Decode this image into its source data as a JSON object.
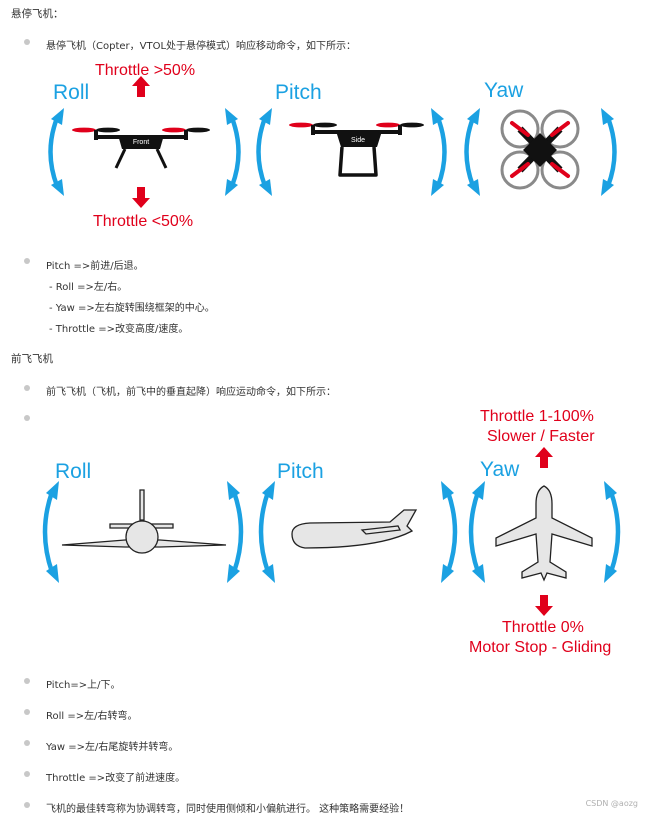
{
  "hover": {
    "heading": "悬停飞机：",
    "intro": "悬停飞机（Copter，VTOL处于悬停模式）响应移动命令，如下所示：",
    "diagram": {
      "roll": "Roll",
      "pitch": "Pitch",
      "yaw": "Yaw",
      "throttle_up": "Throttle >50%",
      "throttle_down": "Throttle <50%",
      "front_tag": "Front",
      "side_tag": "Side"
    },
    "notes": [
      "Pitch =>前进/后退。",
      "- Roll =>左/右。",
      "- Yaw =>左右旋转围绕框架的中心。",
      "- Throttle =>改变高度/速度。"
    ]
  },
  "forward": {
    "heading": "前飞飞机",
    "intro": "前飞飞机（飞机，前飞中的垂直起降）响应运动命令，如下所示：",
    "diagram": {
      "roll": "Roll",
      "pitch": "Pitch",
      "yaw": "Yaw",
      "throttle_top_1": "Throttle 1-100%",
      "throttle_top_2": "Slower / Faster",
      "throttle_bottom_1": "Throttle 0%",
      "throttle_bottom_2": "Motor Stop - Gliding"
    },
    "notes": [
      "Pitch=>上/下。",
      "Roll =>左/右转弯。",
      "Yaw =>左/右尾旋转并转弯。",
      "Throttle =>改变了前进速度。",
      "飞机的最佳转弯称为协调转弯，同时使用侧倾和小偏航进行。 这种策略需要经验！"
    ]
  },
  "watermark": "CSDN @aozg",
  "colors": {
    "arrow_blue": "#1ba1e2",
    "throttle_red": "#e0001b",
    "bullet_grey": "#c8c8c8"
  },
  "icons": [
    "bullet-dot",
    "curved-double-arrow-icon",
    "red-arrow-icon",
    "quadcopter-icon",
    "airplane-icon"
  ]
}
